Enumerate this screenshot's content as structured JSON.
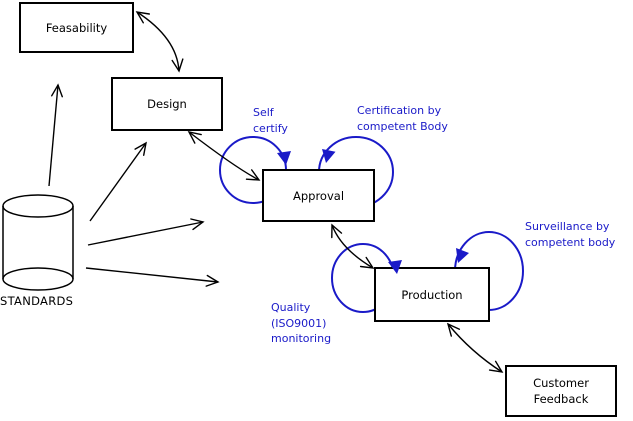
{
  "nodes": {
    "feasability": {
      "label": "Feasability"
    },
    "design": {
      "label": "Design"
    },
    "approval": {
      "label": "Approval"
    },
    "production": {
      "label": "Production"
    },
    "customer_feedback": {
      "lines": [
        "Customer",
        "Feedback"
      ]
    }
  },
  "datastore": {
    "label": "STANDARDS"
  },
  "annotations": {
    "self_certify": {
      "lines": [
        "Self",
        "certify"
      ]
    },
    "certification": {
      "lines": [
        "Certification by",
        "competent Body"
      ]
    },
    "surveillance": {
      "lines": [
        "Surveillance by",
        "competent body"
      ]
    },
    "quality": {
      "lines": [
        "Quality",
        "(ISO9001)",
        "monitoring"
      ]
    }
  },
  "colors": {
    "annotation_blue": "#1a1ac8",
    "line_black": "#000000",
    "background": "#ffffff"
  }
}
